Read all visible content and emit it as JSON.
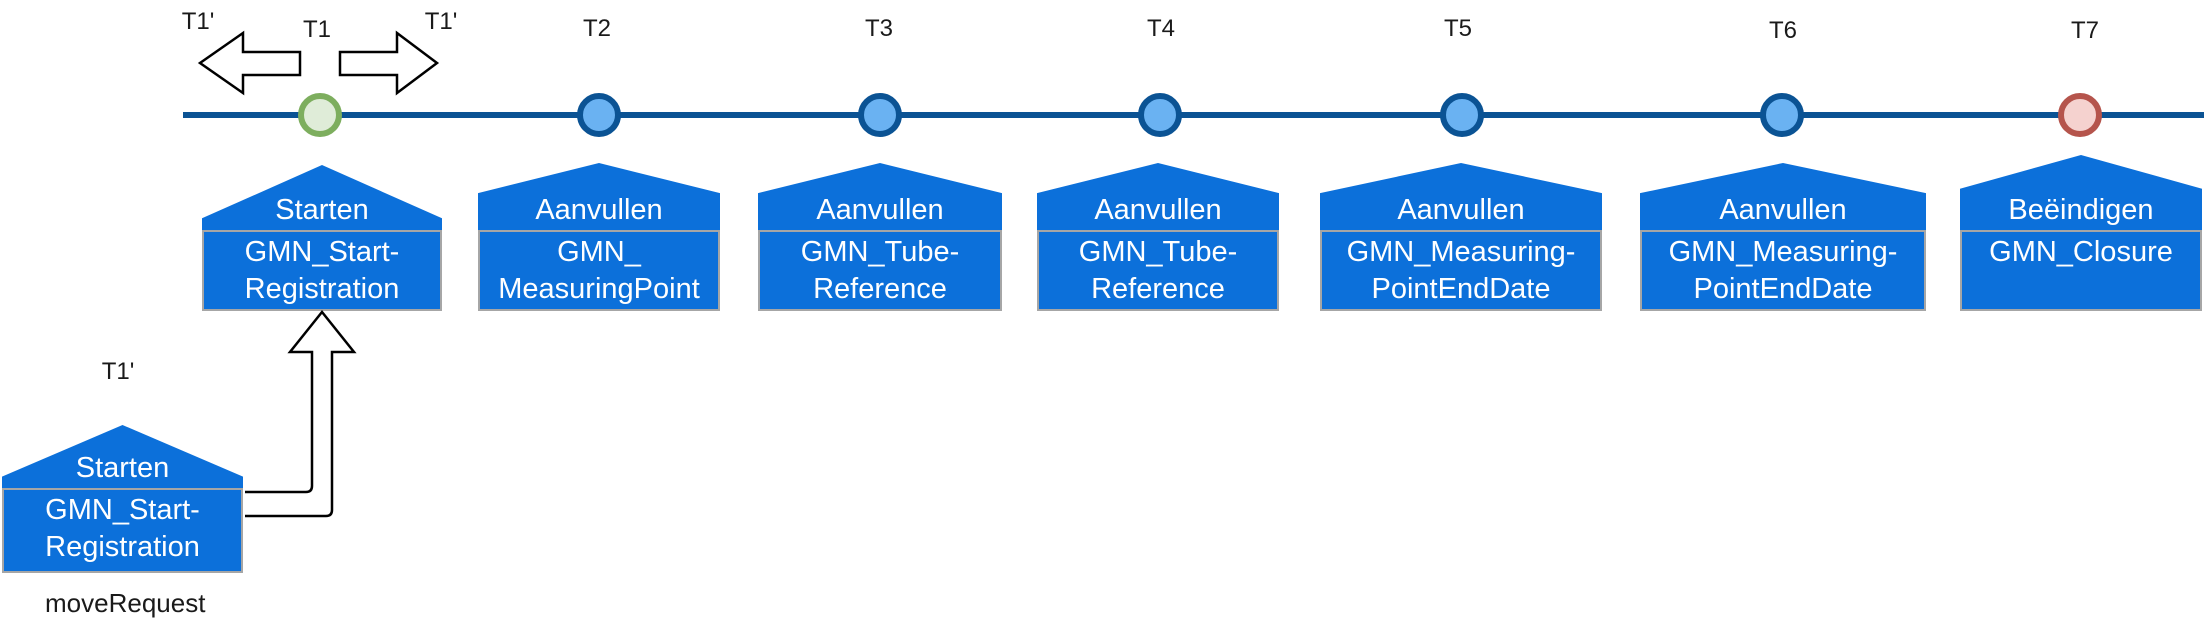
{
  "palette": {
    "box_blue": "#0c70da",
    "timeline_blue": "#0b5394",
    "circle_blue_ring": "#0b5394",
    "circle_blue_fill": "#6ab2f2",
    "circle_green_ring": "#7dae5e",
    "circle_green_fill": "#dfecd8",
    "circle_red_ring": "#b5544c",
    "circle_red_fill": "#f5d2cf",
    "border_gray": "#a6a6a6",
    "arrow_outline": "#000000"
  },
  "top_arrow_labels": {
    "left": "T1'",
    "center": "T1",
    "right": "T1'"
  },
  "timeline": {
    "events": [
      {
        "label": "T1",
        "roof": "Starten",
        "body_line1": "GMN_Start-",
        "body_line2": "Registration",
        "circle_color": "green"
      },
      {
        "label": "T2",
        "roof": "Aanvullen",
        "body_line1": "GMN_",
        "body_line2": "MeasuringPoint",
        "circle_color": "blue"
      },
      {
        "label": "T3",
        "roof": "Aanvullen",
        "body_line1": "GMN_Tube-",
        "body_line2": "Reference",
        "circle_color": "blue"
      },
      {
        "label": "T4",
        "roof": "Aanvullen",
        "body_line1": "GMN_Tube-",
        "body_line2": "Reference",
        "circle_color": "blue"
      },
      {
        "label": "T5",
        "roof": "Aanvullen",
        "ellipsis": "…",
        "body_line1": "GMN_Measuring-",
        "body_line2": "PointEndDate",
        "circle_color": "blue"
      },
      {
        "label": "T6",
        "roof": "Aanvullen",
        "ellipsis": "…",
        "body_line1": "GMN_Measuring-",
        "body_line2": "PointEndDate",
        "circle_color": "blue"
      },
      {
        "label": "T7",
        "roof": "Beëindigen",
        "body_line1": "GMN_Closure",
        "circle_color": "red"
      }
    ]
  },
  "move_request": {
    "label": "T1'",
    "roof": "Starten",
    "body_line1": "GMN_Start-",
    "body_line2": "Registration",
    "caption": "moveRequest"
  }
}
